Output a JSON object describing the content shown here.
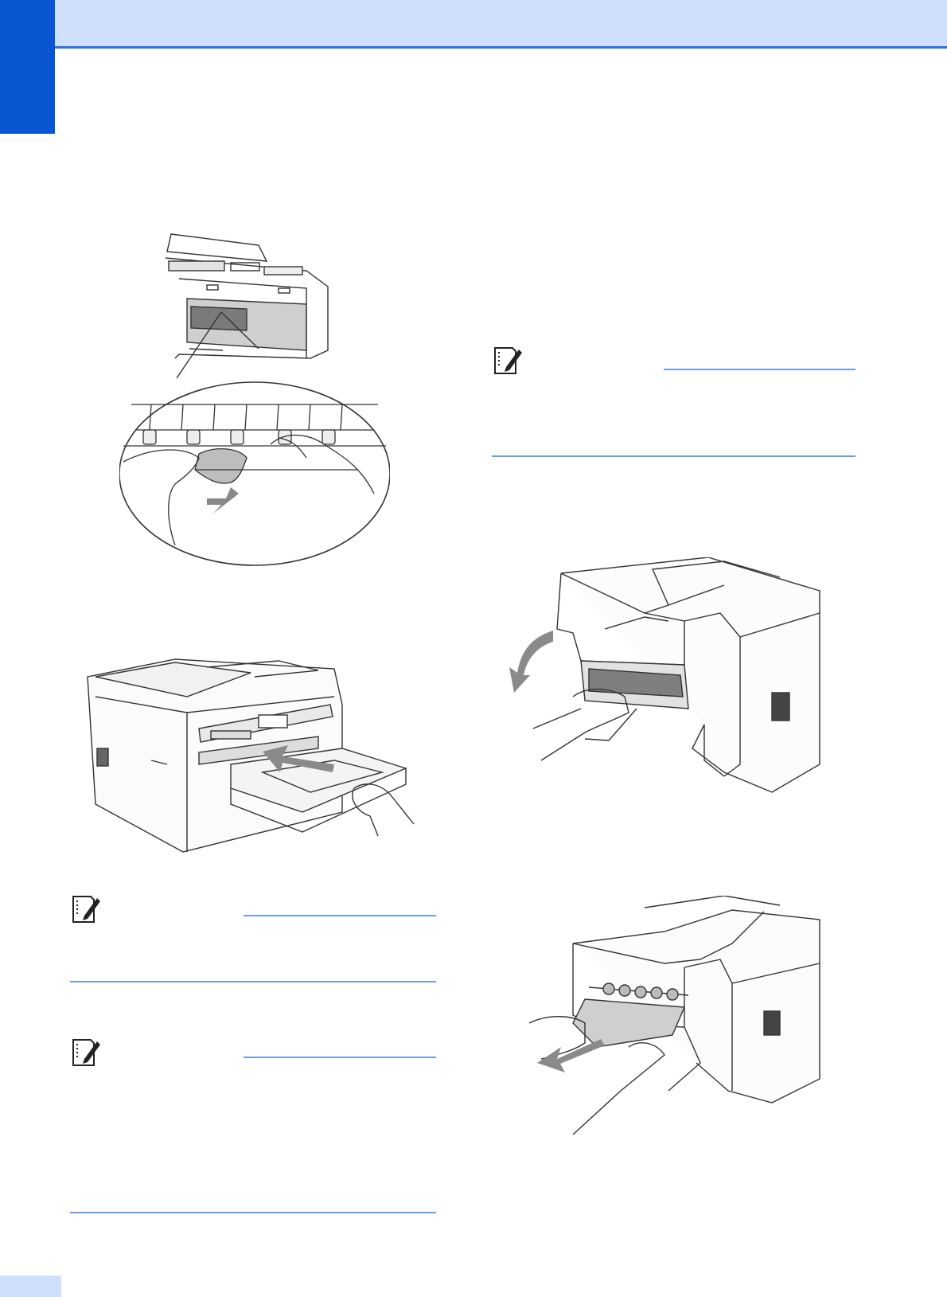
{
  "page": {
    "colors": {
      "header_band": "#cfe0fb",
      "header_rule": "#2f6fd6",
      "chapter_tab": "#0a55d2",
      "note_rule": "#6d9de8",
      "footer_tab": "#cfe0fb"
    }
  },
  "figures": [
    {
      "name": "illustration-clean-paper-inside-machine",
      "icon": "printer-open-cover-wipe-illustration"
    },
    {
      "name": "illustration-push-paper-tray-in",
      "icon": "printer-paper-tray-insert-illustration"
    },
    {
      "name": "illustration-open-jam-clear-cover",
      "icon": "printer-rear-cover-open-illustration"
    },
    {
      "name": "illustration-pull-jammed-paper-rear",
      "icon": "printer-rear-jam-removal-illustration"
    }
  ],
  "notes": [
    {
      "name": "note-right-top",
      "icon": "note-pencil-icon"
    },
    {
      "name": "note-left-1",
      "icon": "note-pencil-icon"
    },
    {
      "name": "note-left-2",
      "icon": "note-pencil-icon"
    }
  ]
}
